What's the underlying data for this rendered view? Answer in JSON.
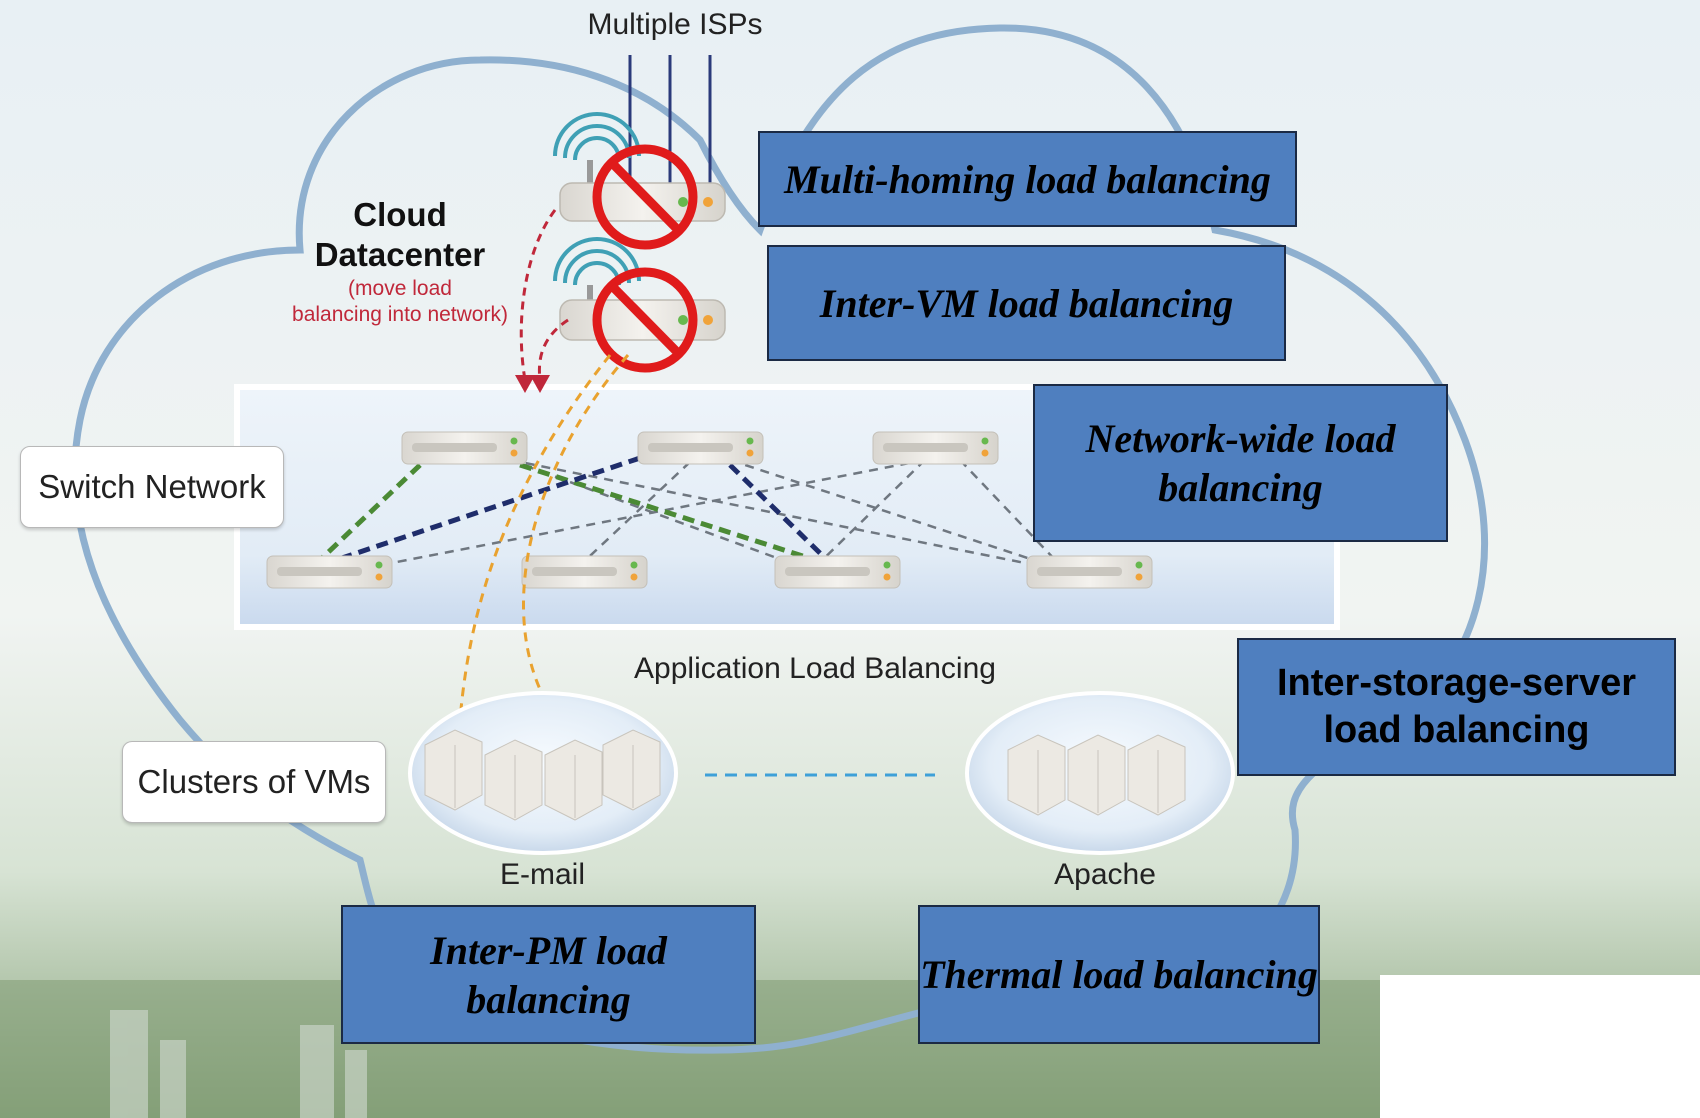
{
  "diagram": {
    "isp_label": "Multiple ISPs",
    "cloud_title_line1": "Cloud",
    "cloud_title_line2": "Datacenter",
    "cloud_note_line1": "(move load",
    "cloud_note_line2": "balancing into network)",
    "switch_network_label": "Switch Network",
    "clusters_label": "Clusters of VMs",
    "app_lb_label": "Application Load Balancing",
    "email_label": "E-mail",
    "apache_label": "Apache"
  },
  "boxes": {
    "multi_homing": "Multi-homing load balancing",
    "inter_vm": "Inter-VM load balancing",
    "network_wide_line1": "Network-wide load",
    "network_wide_line2": "balancing",
    "inter_storage_line1": "Inter-storage-server",
    "inter_storage_line2": "load balancing",
    "inter_pm": "Inter-PM load balancing",
    "thermal": "Thermal load balancing"
  },
  "colors": {
    "box_fill": "#4f7fbf",
    "box_border": "#1b2a44",
    "cloud_outline": "#8fb0cf",
    "dark_blue_link": "#1f2d6b",
    "green_link": "#4b8a35",
    "gray_link": "#6f7780",
    "red_arrow": "#c0283a",
    "orange_arrow": "#e9a22f",
    "no_sign": "#e01b1b"
  },
  "icons": [
    "router-icon",
    "no-entry-icon",
    "switch-icon",
    "server-icon"
  ]
}
